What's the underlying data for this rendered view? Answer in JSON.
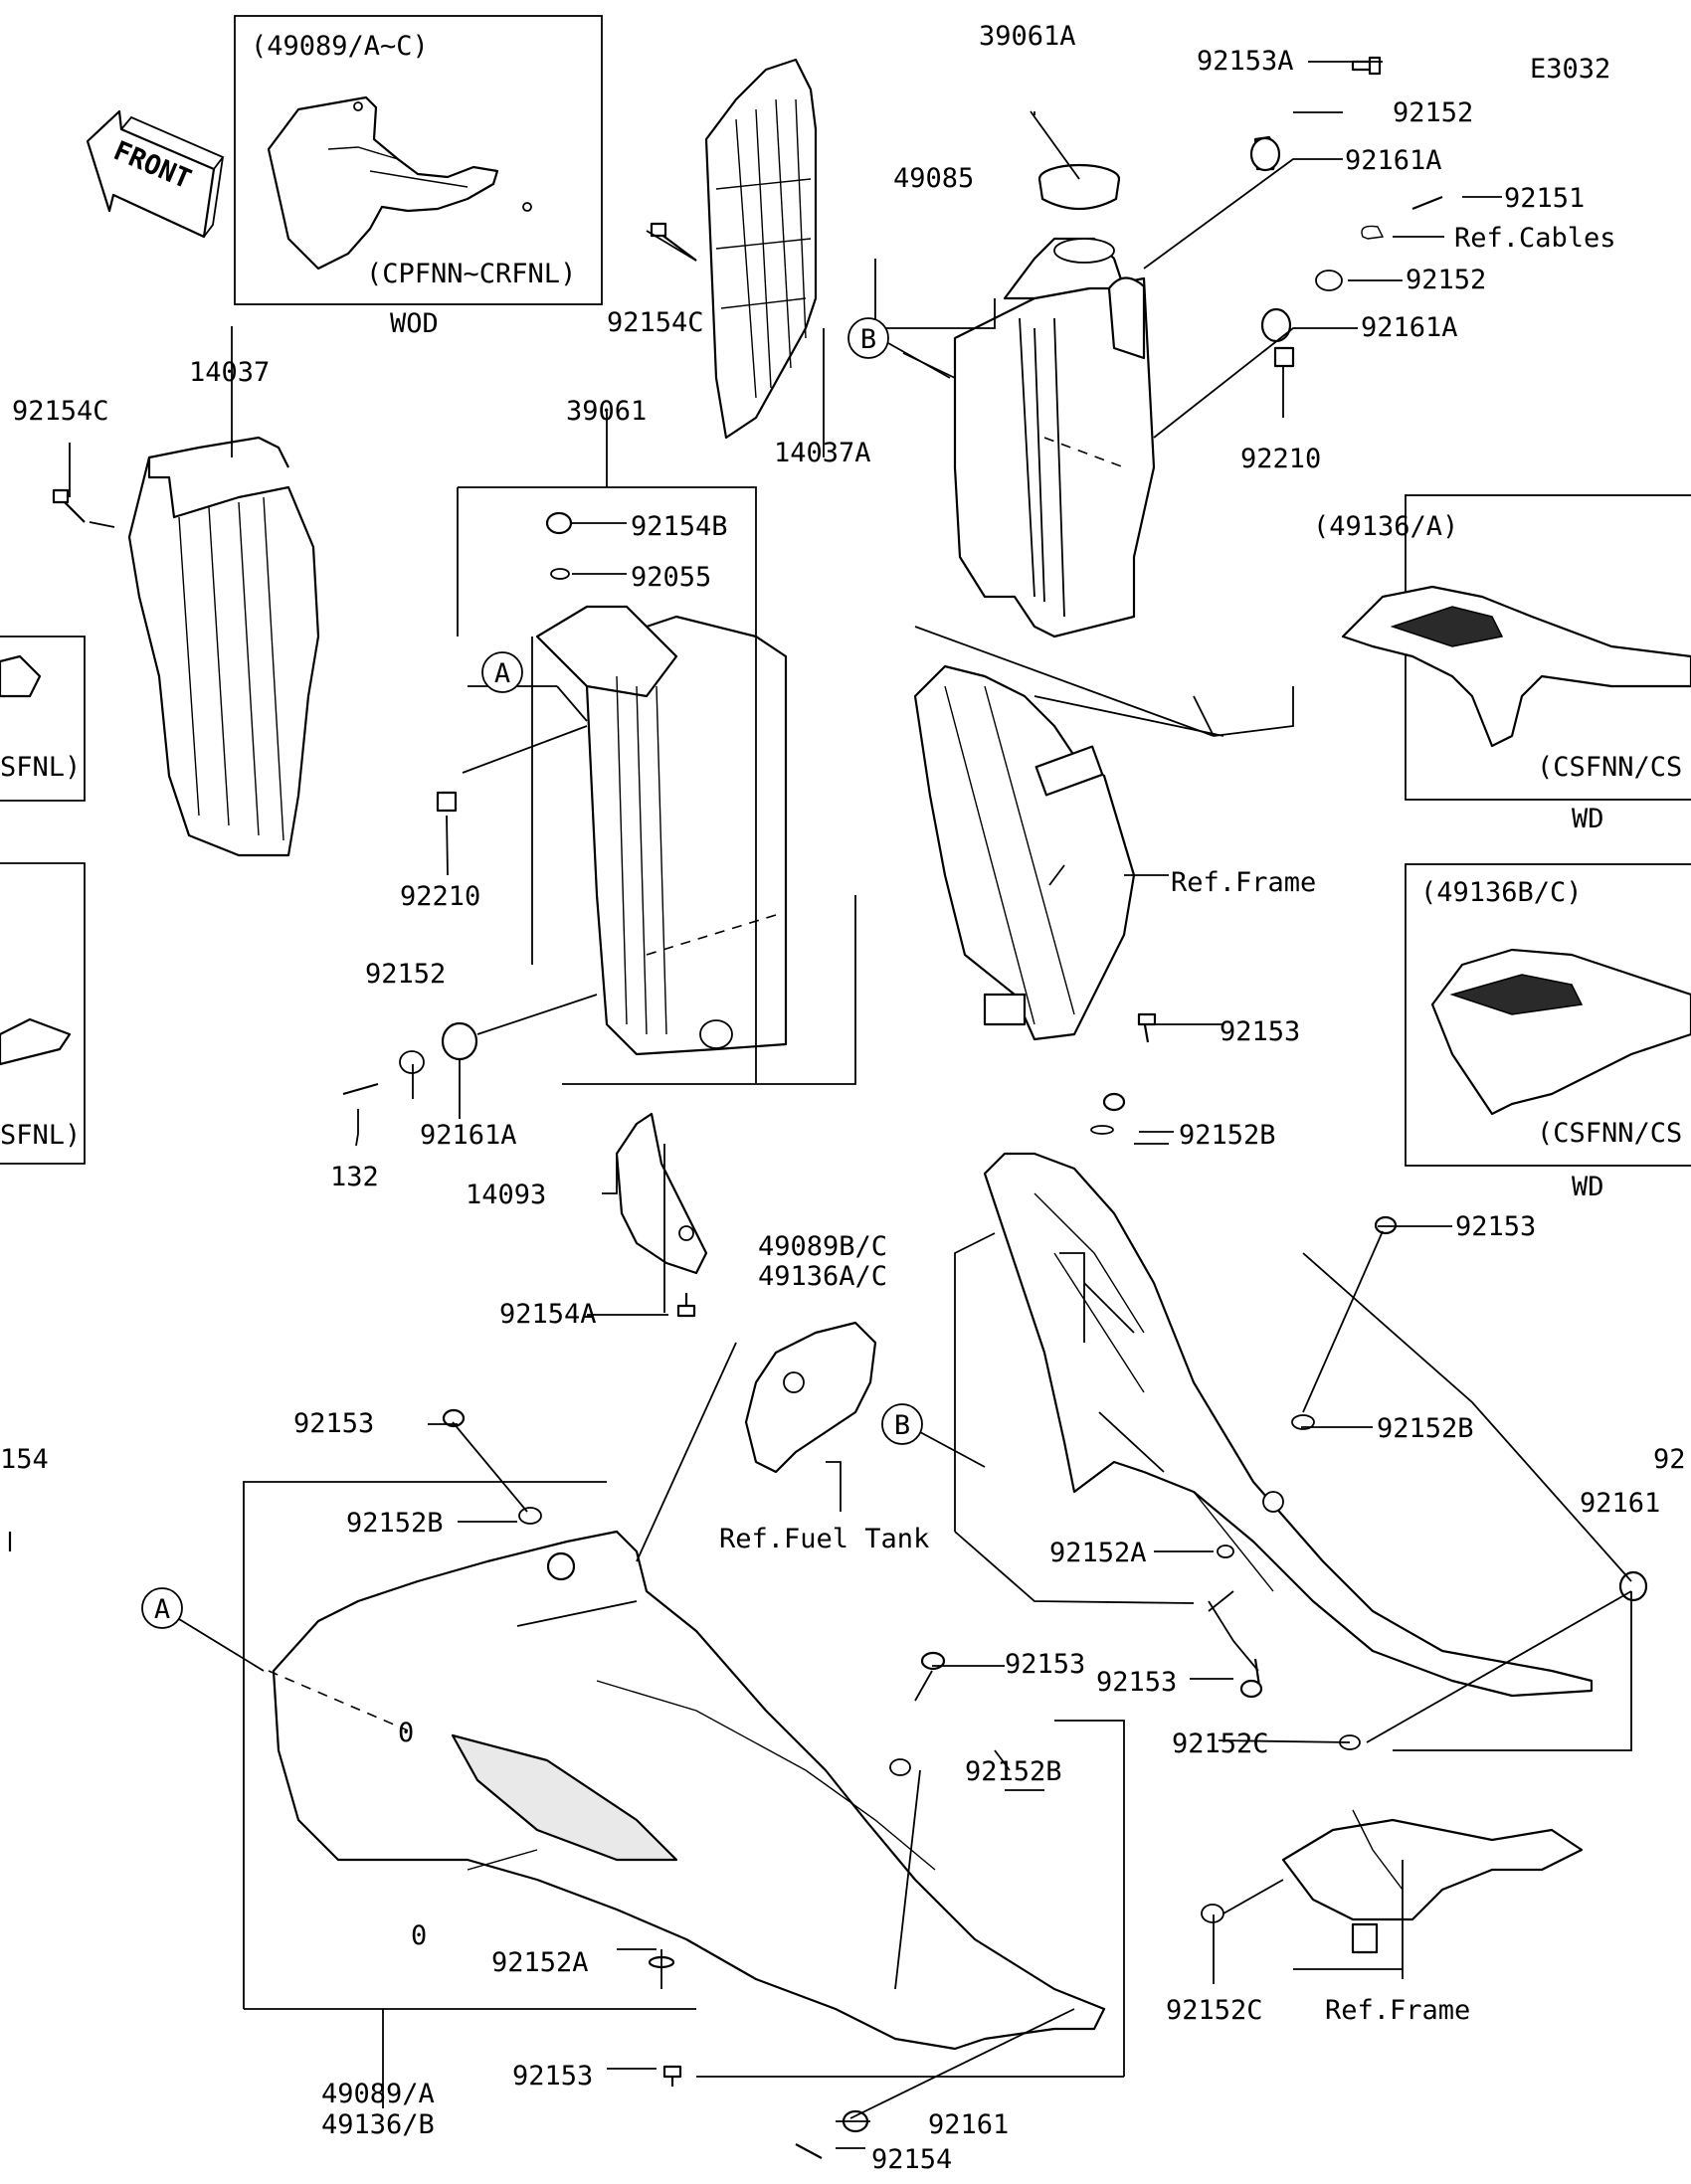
{
  "diagram": {
    "code": "E3032",
    "front_arrow": "FRONT",
    "labels": {
      "p49089_ac": "(49089/A~C)",
      "cpfnn": "(CPFNN~CRFNL)",
      "wod": "WOD",
      "p39061A": "39061A",
      "p92153A": "92153A",
      "p92152_1": "92152",
      "p92161A_1": "92161A",
      "p92151": "92151",
      "refcables": "Ref.Cables",
      "p92152_2": "92152",
      "p92161A_2": "92161A",
      "p92210_1": "92210",
      "p49085": "49085",
      "p92154C_1": "92154C",
      "p14037A": "14037A",
      "p14037": "14037",
      "p92154C_2": "92154C",
      "p39061": "39061",
      "p92154B": "92154B",
      "p92055": "92055",
      "p49136A": "(49136/A)",
      "csfnn1": "(CSFNN/CS",
      "wd1": "WD",
      "sfnl1": "SFNL)",
      "p92210_2": "92210",
      "reframe1": "Ref.Frame",
      "p49136BC": "(49136B/C)",
      "csfnn2": "(CSFNN/CS",
      "wd2": "WD",
      "p92152_3": "92152",
      "p92153_1": "92153",
      "p92152B_1": "92152B",
      "p92161A_3": "92161A",
      "p132": "132",
      "sfnl2": "SFNL)",
      "p14093": "14093",
      "p49089BC": "49089B/C",
      "p49136AC": "49136A/C",
      "p92153_2": "92153",
      "p92154A": "92154A",
      "p154": "154",
      "p92153_3": "92153",
      "p92152B_2": "92152B",
      "p92152B_3": "92152B",
      "p92": "92",
      "p92161_1": "92161",
      "reffuel": "Ref.Fuel Tank",
      "p92152A_1": "92152A",
      "p92153_4": "92153",
      "p92153_5": "92153",
      "p92152C_1": "92152C",
      "p92152B_4": "92152B",
      "p92152A_2": "92152A",
      "p92152C_2": "92152C",
      "reframe2": "Ref.Frame",
      "p92153_6": "92153",
      "p49089A": "49089/A",
      "p49136B": "49136/B",
      "p92161_2": "92161",
      "p92154": "92154"
    },
    "callouts": {
      "A": "A",
      "B": "B"
    }
  }
}
